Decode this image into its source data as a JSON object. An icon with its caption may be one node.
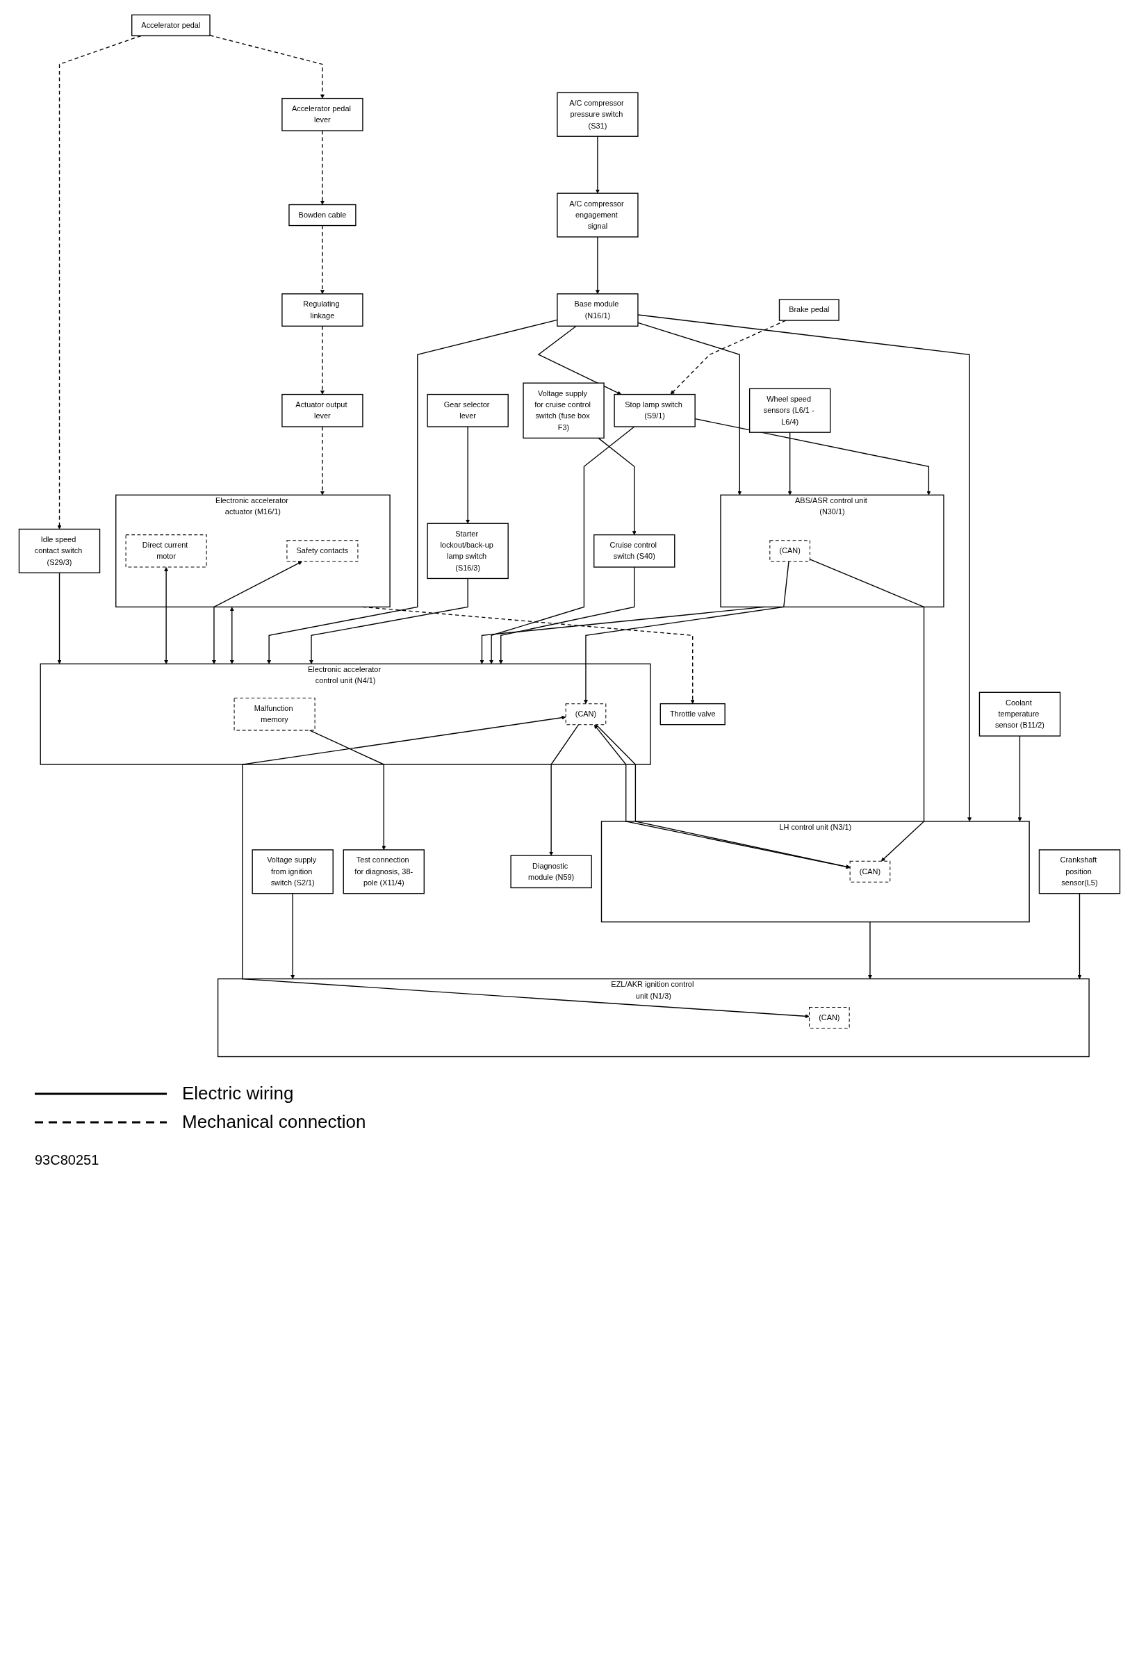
{
  "diagram": {
    "nodes": [
      {
        "text": [
          "Accelerator pedal lever"
        ]
      },
      {
        "text": [
          "Bowden cable"
        ]
      },
      {
        "text": [
          "Regulating linkage"
        ]
      },
      {
        "text": [
          "Accelerator pedal"
        ]
      },
      {
        "text": [
          "Idle speed contact switch (S29/3)"
        ]
      },
      {
        "text": [
          "Actuator output lever"
        ]
      },
      {
        "text": [
          "Throttle valve"
        ]
      },
      {
        "text": [
          "Electronic accelerator actuator (M16/1)"
        ]
      },
      {
        "text": [
          "Direct current motor"
        ],
        "in": 7
      },
      {
        "text": [
          "Safety contacts"
        ],
        "in": 7
      },
      {
        "text": [
          "Voltage supply from ignition switch (S2/1)"
        ]
      },
      {
        "text": [
          "Electronic accelerator control unit (N4/1)"
        ]
      },
      {
        "text": [
          "Malfunction memory"
        ],
        "in": 11
      },
      {
        "text": [
          "(CAN)"
        ],
        "in": 11
      },
      {
        "text": [
          "Test connection for diagnosis, 38-pole (X11/4)"
        ]
      },
      {
        "text": [
          "Base module (N16/1)"
        ]
      },
      {
        "text": [
          "Starter lockout/back-up lamp switch (S16/3)"
        ]
      },
      {
        "text": [
          "LH control unit (N3/1)"
        ]
      },
      {
        "text": [
          "(CAN)"
        ],
        "in": 17
      },
      {
        "text": [
          "A/C compressor engagement signal"
        ]
      },
      {
        "text": [
          "Gear selector lever"
        ]
      },
      {
        "text": [
          "A/C compressor pressure switch (S31)"
        ]
      },
      {
        "text": [
          "Coolant temperature sensor (B11/2)"
        ]
      },
      {
        "text": [
          "Cruise control switch (S40)"
        ]
      },
      {
        "text": [
          "Diagnostic module (N59)"
        ]
      },
      {
        "text": [
          "Voltage supply for cruise control switch (fuse box F3)"
        ]
      },
      {
        "text": [
          "EZL/AKR ignition control unit (N1/3)"
        ]
      },
      {
        "text": [
          "(CAN)"
        ],
        "in": 26
      },
      {
        "text": [
          "Wheel speed sensors (L6/1 - L6/4)"
        ]
      },
      {
        "text": [
          "Crankshaft position sensor(L5)"
        ]
      },
      {
        "text": [
          "ABS/ASR control unit (N30/1)"
        ]
      },
      {
        "text": [
          "(CAN)"
        ],
        "in": 30
      },
      {
        "text": [
          "Stop lamp switch (S9/1)"
        ]
      },
      {
        "text": [
          "Brake pedal"
        ]
      }
    ],
    "edges": [
      {
        "from": 3,
        "to": 0,
        "arrow": "to",
        "style": "dashed"
      },
      {
        "from": 0,
        "to": 1,
        "arrow": "to",
        "style": "dashed"
      },
      {
        "from": 1,
        "to": 2,
        "arrow": "to",
        "style": "dashed"
      },
      {
        "from": 3,
        "to": 4,
        "arrow": "to",
        "style": "dashed"
      },
      {
        "from": 2,
        "to": 5,
        "arrow": "to",
        "style": "dashed"
      },
      {
        "from": 5,
        "to": 7,
        "arrow": "to",
        "style": "dashed"
      },
      {
        "from": 7,
        "to": 6,
        "arrow": "to",
        "style": "dashed"
      },
      {
        "from": 4,
        "to": 11,
        "arrow": "to"
      },
      {
        "from": 8,
        "to": 11,
        "arrow": "both"
      },
      {
        "from": 9,
        "to": 11,
        "arrow": "both"
      },
      {
        "from": 7,
        "to": 11,
        "arrow": "both"
      },
      {
        "from": 12,
        "to": 14,
        "arrow": "to"
      },
      {
        "from": 15,
        "to": 11,
        "arrow": "to"
      },
      {
        "from": 16,
        "to": 11,
        "arrow": "to"
      },
      {
        "from": 20,
        "to": 16,
        "arrow": "to"
      },
      {
        "from": 15,
        "to": 17,
        "arrow": "to"
      },
      {
        "from": 13,
        "to": 18,
        "arrow": "both"
      },
      {
        "from": 19,
        "to": 15,
        "arrow": "to"
      },
      {
        "from": 21,
        "to": 19,
        "arrow": "to"
      },
      {
        "from": 22,
        "to": 17,
        "arrow": "to"
      },
      {
        "from": 10,
        "to": 26,
        "arrow": "to"
      },
      {
        "from": 17,
        "to": 26,
        "arrow": "to"
      },
      {
        "from": 13,
        "to": 24,
        "arrow": "to"
      },
      {
        "from": 13,
        "to": 18,
        "arrow": "to"
      },
      {
        "from": 13,
        "to": 27,
        "arrow": "both"
      },
      {
        "from": 31,
        "to": 13,
        "arrow": "to"
      },
      {
        "from": 31,
        "to": 18,
        "arrow": "to"
      },
      {
        "from": 30,
        "to": 11,
        "arrow": "to"
      },
      {
        "from": 32,
        "to": 11,
        "arrow": "to"
      },
      {
        "from": 23,
        "to": 11,
        "arrow": "to"
      },
      {
        "from": 25,
        "to": 23,
        "arrow": "to"
      },
      {
        "from": 15,
        "to": 30,
        "arrow": "to"
      },
      {
        "from": 15,
        "to": 32,
        "arrow": "to"
      },
      {
        "from": 28,
        "to": 30,
        "arrow": "to"
      },
      {
        "from": 32,
        "to": 30,
        "arrow": "to"
      },
      {
        "from": 33,
        "to": 32,
        "arrow": "to",
        "style": "dashed"
      },
      {
        "from": 29,
        "to": 26,
        "arrow": "to"
      }
    ],
    "labels": [
      "93C80251"
    ],
    "legend": [
      {
        "text": "Electric wiring"
      },
      {
        "text": "Mechanical connection"
      }
    ]
  }
}
